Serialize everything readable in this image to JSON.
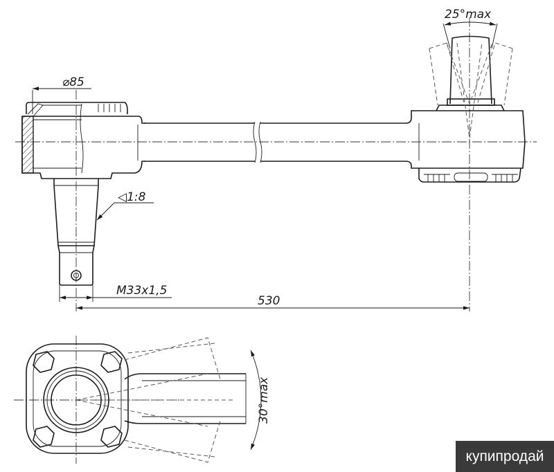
{
  "dimensions": {
    "angle_top": "25°max",
    "diameter": "⌀85",
    "taper": "◁1:8",
    "thread": "M33x1,5",
    "length": "530",
    "angle_bottom": "30°max"
  },
  "watermark": "купипродай"
}
